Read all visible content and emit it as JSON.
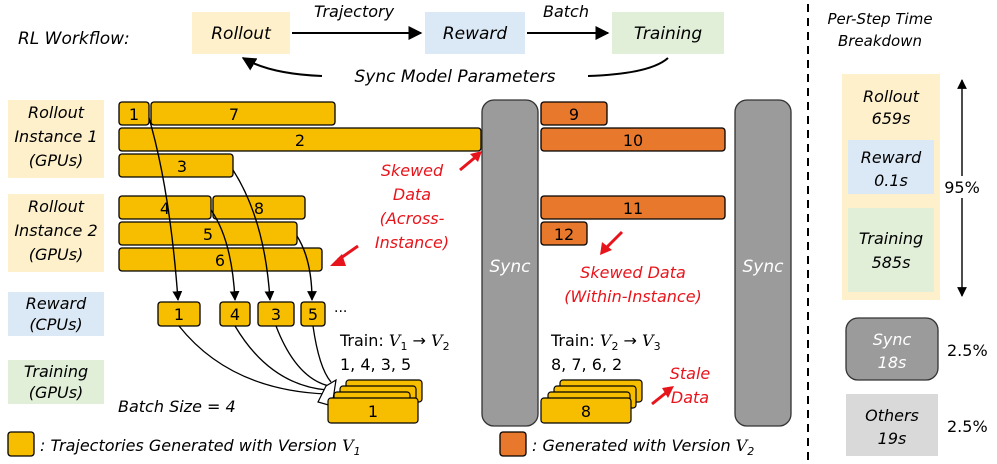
{
  "header": {
    "workflow_label": "RL Workflow:",
    "rollout": "Rollout",
    "reward": "Reward",
    "training": "Training",
    "edge_trajectory": "Trajectory",
    "edge_batch": "Batch",
    "sync_params": "Sync Model Parameters"
  },
  "rows": {
    "r1": [
      "Rollout",
      "Instance 1",
      "(GPUs)"
    ],
    "r2": [
      "Rollout",
      "Instance 2",
      "(GPUs)"
    ],
    "reward": [
      "Reward",
      "(CPUs)"
    ],
    "training": [
      "Training",
      "(GPUs)"
    ]
  },
  "bars": {
    "b1": "1",
    "b7": "7",
    "b2": "2",
    "b3": "3",
    "b4": "4",
    "b8": "8",
    "b5": "5",
    "b6": "6",
    "b9": "9",
    "b10": "10",
    "b11": "11",
    "b12": "12"
  },
  "reward_items": [
    "1",
    "4",
    "3",
    "5"
  ],
  "reward_ellipsis": "...",
  "sync_label": "Sync",
  "annotations": {
    "skew_across": [
      "Skewed",
      "Data",
      "(Across-",
      "Instance)"
    ],
    "skew_within": [
      "Skewed Data",
      "(Within-Instance)"
    ],
    "stale": [
      "Stale",
      "Data"
    ]
  },
  "train1": {
    "prefix": "Train: ",
    "from": "V",
    "from_sub": "1",
    "to": "V",
    "to_sub": "2",
    "order": "1, 4, 3, 5",
    "stack_label": "1"
  },
  "train2": {
    "prefix": "Train: ",
    "from": "V",
    "from_sub": "2",
    "to": "V",
    "to_sub": "3",
    "order": "8, 7, 6, 2",
    "stack_label": "8"
  },
  "batch_size": "Batch Size = 4",
  "legend": {
    "v1": ": Trajectories Generated with Version ",
    "v1_var": "V",
    "v1_sub": "1",
    "v2": ": Generated with Version ",
    "v2_var": "V",
    "v2_sub": "2"
  },
  "breakdown": {
    "title": [
      "Per-Step Time",
      "Breakdown"
    ],
    "rollout": [
      "Rollout",
      "659s"
    ],
    "reward": [
      "Reward",
      "0.1s"
    ],
    "training": [
      "Training",
      "585s"
    ],
    "pct_main": "95%",
    "sync": [
      "Sync",
      "18s"
    ],
    "pct_sync": "2.5%",
    "others": [
      "Others",
      "19s"
    ],
    "pct_others": "2.5%"
  },
  "colors": {
    "v1": "#f7be00",
    "v2": "#e8782c",
    "sync": "#9b9b9b",
    "rollout_bg": "#fdf0cb",
    "reward_bg": "#dbe8f5",
    "training_bg": "#e1efd9",
    "others_bg": "#d9d9d9",
    "annotation": "#e8141c"
  }
}
